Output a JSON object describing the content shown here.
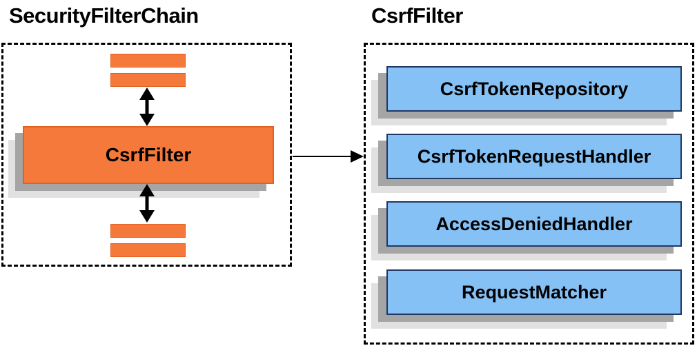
{
  "diagram": {
    "left": {
      "title": "SecurityFilterChain",
      "csrf_filter_label": "CsrfFilter",
      "other_filter_bars_count": 4
    },
    "right": {
      "title": "CsrfFilter",
      "components": [
        "CsrfTokenRepository",
        "CsrfTokenRequestHandler",
        "AccessDeniedHandler",
        "RequestMatcher"
      ]
    },
    "colors": {
      "filter_fill": "#F4793B",
      "filter_border": "#E2611F",
      "component_fill": "#85C1F5",
      "component_border": "#1F3864",
      "shadow_dark": "#A5A5A5",
      "shadow_light": "#E1E1E1",
      "arrow": "#000000",
      "container_border": "#000000",
      "background": "#FFFFFF"
    }
  }
}
